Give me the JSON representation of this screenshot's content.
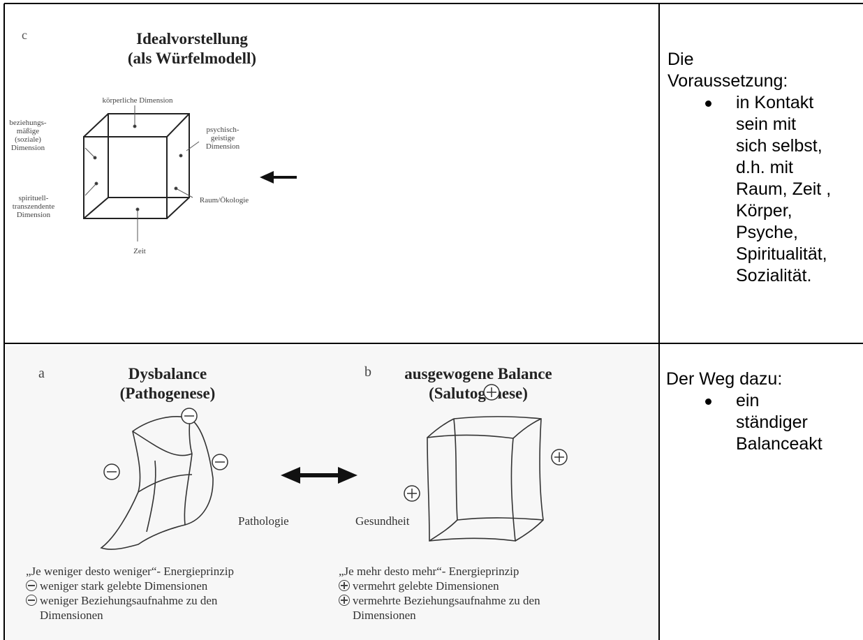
{
  "top": {
    "panel_letter": "c",
    "title_line1": "Idealvorstellung",
    "title_line2": "(als Würfelmodell)",
    "labels": {
      "top": "körperliche Dimension",
      "left_upper": [
        "beziehungs-",
        "mäßige",
        "(soziale)",
        "Dimension"
      ],
      "right_upper": [
        "psychisch-",
        "geistige",
        "Dimension"
      ],
      "left_lower": [
        "spirituell-",
        "transzendente",
        "Dimension"
      ],
      "right_lower": "Raum/Ökologie",
      "bottom": "Zeit"
    },
    "right": {
      "heading_1": "Die",
      "heading_2": "Voraussetzung:",
      "bullet_lines": [
        "in Kontakt",
        "sein mit",
        "sich selbst,",
        "d.h. mit",
        "Raum, Zeit ,",
        "Körper,",
        "Psyche,",
        "Spiritualität,",
        "Sozialität."
      ]
    }
  },
  "bottom": {
    "a_letter": "a",
    "a_title1": "Dysbalance",
    "a_title2": "(Pathogenese)",
    "b_letter": "b",
    "b_title1": "ausgewogene Balance",
    "b_title2": "(Salutogenese)",
    "pathologie": "Pathologie",
    "gesundheit": "Gesundheit",
    "left_legend": {
      "line1": "„Je weniger desto weniger“- Energieprinzip",
      "line2": "weniger stark gelebte Dimensionen",
      "line3": "weniger Beziehungsaufnahme zu den",
      "line4": "Dimensionen"
    },
    "right_legend": {
      "line1": "„Je mehr desto mehr“- Energieprinzip",
      "line2": "vermehrt gelebte Dimensionen",
      "line3": "vermehrte Beziehungsaufnahme zu den",
      "line4": "Dimensionen"
    },
    "right": {
      "heading": "Der Weg dazu:",
      "bullet_lines": [
        "ein",
        "ständiger",
        "Balanceakt"
      ]
    }
  }
}
